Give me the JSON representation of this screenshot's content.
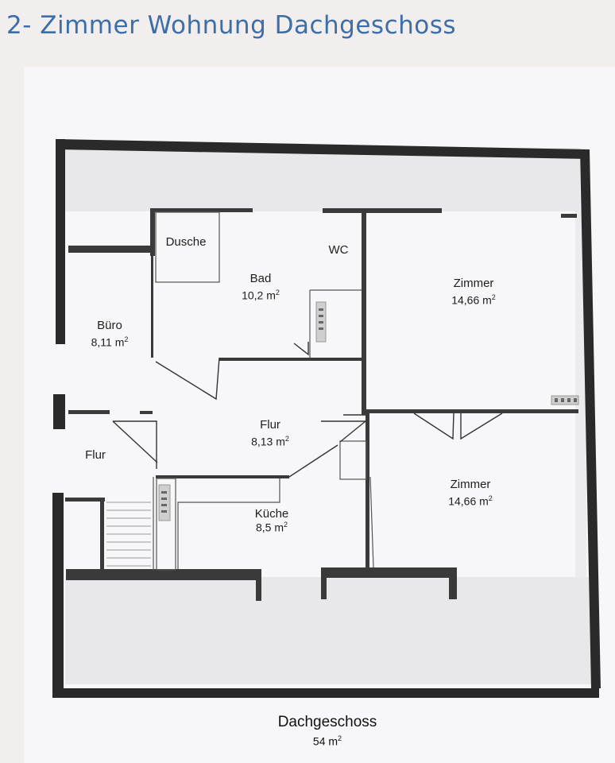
{
  "title": "2- Zimmer Wohnung Dachgeschoss",
  "rooms": {
    "dusche": {
      "name": "Dusche"
    },
    "wc": {
      "name": "WC"
    },
    "bad": {
      "name": "Bad",
      "area": "10,2 m",
      "unit_sup": "2"
    },
    "zimmer1": {
      "name": "Zimmer",
      "area": "14,66 m",
      "unit_sup": "2"
    },
    "buero": {
      "name": "Büro",
      "area": "8,11 m",
      "unit_sup": "2"
    },
    "flur_main": {
      "name": "Flur",
      "area": "8,13 m",
      "unit_sup": "2"
    },
    "flur_entry": {
      "name": "Flur"
    },
    "kueche": {
      "name": "Küche",
      "area": "8,5 m",
      "unit_sup": "2"
    },
    "zimmer2": {
      "name": "Zimmer",
      "area": "14,66 m",
      "unit_sup": "2"
    }
  },
  "footer": {
    "name": "Dachgeschoss",
    "area": "54 m",
    "unit_sup": "2"
  },
  "colors": {
    "title": "#3c6ea8",
    "wall": "#2a2a2a",
    "roof_band": "#e9e9ea",
    "sheet": "#f7f6f8"
  }
}
